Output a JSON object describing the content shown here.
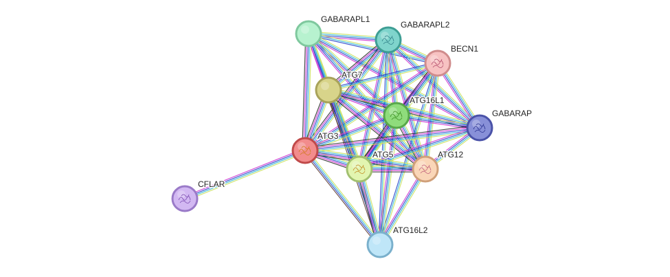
{
  "network": {
    "colors": {
      "edge_palette": [
        "#c8e05a",
        "#2bb5d6",
        "#1e3cc8",
        "#cc2fd0",
        "#2a2a2a"
      ],
      "dark_edge": "#5a3a32"
    },
    "nodes": [
      {
        "id": "GABARAPL1",
        "label": "GABARAPL1",
        "fill": "#b7f2cf",
        "stroke": "#7fc89e",
        "structure": false,
        "glyph_color": "#3a9a6a"
      },
      {
        "id": "GABARAPL2",
        "label": "GABARAPL2",
        "fill": "#7fd4cc",
        "stroke": "#3e9e94",
        "structure": true,
        "glyph_color": "#2f7f88"
      },
      {
        "id": "BECN1",
        "label": "BECN1",
        "fill": "#f7c2c2",
        "stroke": "#d08c8c",
        "structure": true,
        "glyph_color": "#b04a6a"
      },
      {
        "id": "ATG7",
        "label": "ATG7",
        "fill": "#d8d48a",
        "stroke": "#a8a35a",
        "structure": false,
        "glyph_color": "#7f7a30"
      },
      {
        "id": "ATG16L1",
        "label": "ATG16L1",
        "fill": "#8fdc7c",
        "stroke": "#58a84a",
        "structure": true,
        "glyph_color": "#3a8a20"
      },
      {
        "id": "GABARAP",
        "label": "GABARAP",
        "fill": "#8890d8",
        "stroke": "#4a52a8",
        "structure": true,
        "glyph_color": "#2a3290"
      },
      {
        "id": "ATG3",
        "label": "ATG3",
        "fill": "#f28c8c",
        "stroke": "#c04a4a",
        "structure": true,
        "glyph_color": "#d07a1a"
      },
      {
        "id": "ATG5",
        "label": "ATG5",
        "fill": "#e2f5b0",
        "stroke": "#a2c070",
        "structure": true,
        "glyph_color": "#c08a20"
      },
      {
        "id": "ATG12",
        "label": "ATG12",
        "fill": "#fad6b8",
        "stroke": "#d0a07a",
        "structure": true,
        "glyph_color": "#c0607a"
      },
      {
        "id": "CFLAR",
        "label": "CFLAR",
        "fill": "#d2b8f2",
        "stroke": "#9a7ac8",
        "structure": true,
        "glyph_color": "#7a4ab0"
      },
      {
        "id": "ATG16L2",
        "label": "ATG16L2",
        "fill": "#bfe6f8",
        "stroke": "#7ab0cc",
        "structure": false,
        "glyph_color": "#4a8ab0"
      }
    ],
    "edges": [
      {
        "source": "GABARAPL1",
        "target": "GABARAPL2",
        "types": 4
      },
      {
        "source": "GABARAPL1",
        "target": "BECN1",
        "types": 3
      },
      {
        "source": "GABARAPL1",
        "target": "ATG7",
        "types": 4
      },
      {
        "source": "GABARAPL1",
        "target": "ATG16L1",
        "types": 4
      },
      {
        "source": "GABARAPL1",
        "target": "GABARAP",
        "types": 4
      },
      {
        "source": "GABARAPL1",
        "target": "ATG3",
        "types": 5
      },
      {
        "source": "GABARAPL1",
        "target": "ATG5",
        "types": 4
      },
      {
        "source": "GABARAPL1",
        "target": "ATG12",
        "types": 4
      },
      {
        "source": "GABARAPL2",
        "target": "BECN1",
        "types": 4
      },
      {
        "source": "GABARAPL2",
        "target": "ATG7",
        "types": 5
      },
      {
        "source": "GABARAPL2",
        "target": "ATG16L1",
        "types": 4
      },
      {
        "source": "GABARAPL2",
        "target": "GABARAP",
        "types": 4
      },
      {
        "source": "GABARAPL2",
        "target": "ATG3",
        "types": 5
      },
      {
        "source": "GABARAPL2",
        "target": "ATG5",
        "types": 4
      },
      {
        "source": "GABARAPL2",
        "target": "ATG12",
        "types": 4
      },
      {
        "source": "GABARAPL2",
        "target": "ATG16L2",
        "types": 3
      },
      {
        "source": "BECN1",
        "target": "ATG7",
        "types": 3
      },
      {
        "source": "BECN1",
        "target": "ATG16L1",
        "types": 4
      },
      {
        "source": "BECN1",
        "target": "GABARAP",
        "types": 4
      },
      {
        "source": "BECN1",
        "target": "ATG3",
        "types": 4
      },
      {
        "source": "BECN1",
        "target": "ATG5",
        "types": 5
      },
      {
        "source": "BECN1",
        "target": "ATG12",
        "types": 4
      },
      {
        "source": "BECN1",
        "target": "ATG16L2",
        "types": 3
      },
      {
        "source": "ATG7",
        "target": "ATG16L1",
        "types": 4
      },
      {
        "source": "ATG7",
        "target": "GABARAP",
        "types": 5
      },
      {
        "source": "ATG7",
        "target": "ATG3",
        "types": 5
      },
      {
        "source": "ATG7",
        "target": "ATG5",
        "types": 5,
        "dark": true
      },
      {
        "source": "ATG7",
        "target": "ATG12",
        "types": 5
      },
      {
        "source": "ATG7",
        "target": "ATG16L2",
        "types": 3,
        "dark": true
      },
      {
        "source": "ATG16L1",
        "target": "GABARAP",
        "types": 4
      },
      {
        "source": "ATG16L1",
        "target": "ATG3",
        "types": 4
      },
      {
        "source": "ATG16L1",
        "target": "ATG5",
        "types": 5
      },
      {
        "source": "ATG16L1",
        "target": "ATG12",
        "types": 5
      },
      {
        "source": "ATG16L1",
        "target": "ATG16L2",
        "types": 4
      },
      {
        "source": "GABARAP",
        "target": "ATG3",
        "types": 5
      },
      {
        "source": "GABARAP",
        "target": "ATG5",
        "types": 4
      },
      {
        "source": "GABARAP",
        "target": "ATG12",
        "types": 4
      },
      {
        "source": "ATG3",
        "target": "ATG5",
        "types": 5
      },
      {
        "source": "ATG3",
        "target": "ATG12",
        "types": 5
      },
      {
        "source": "ATG3",
        "target": "ATG16L2",
        "types": 3,
        "dark": true
      },
      {
        "source": "ATG3",
        "target": "CFLAR",
        "types": 4
      },
      {
        "source": "ATG5",
        "target": "ATG12",
        "types": 5
      },
      {
        "source": "ATG5",
        "target": "ATG16L2",
        "types": 5
      },
      {
        "source": "ATG12",
        "target": "ATG16L2",
        "types": 4
      }
    ]
  }
}
